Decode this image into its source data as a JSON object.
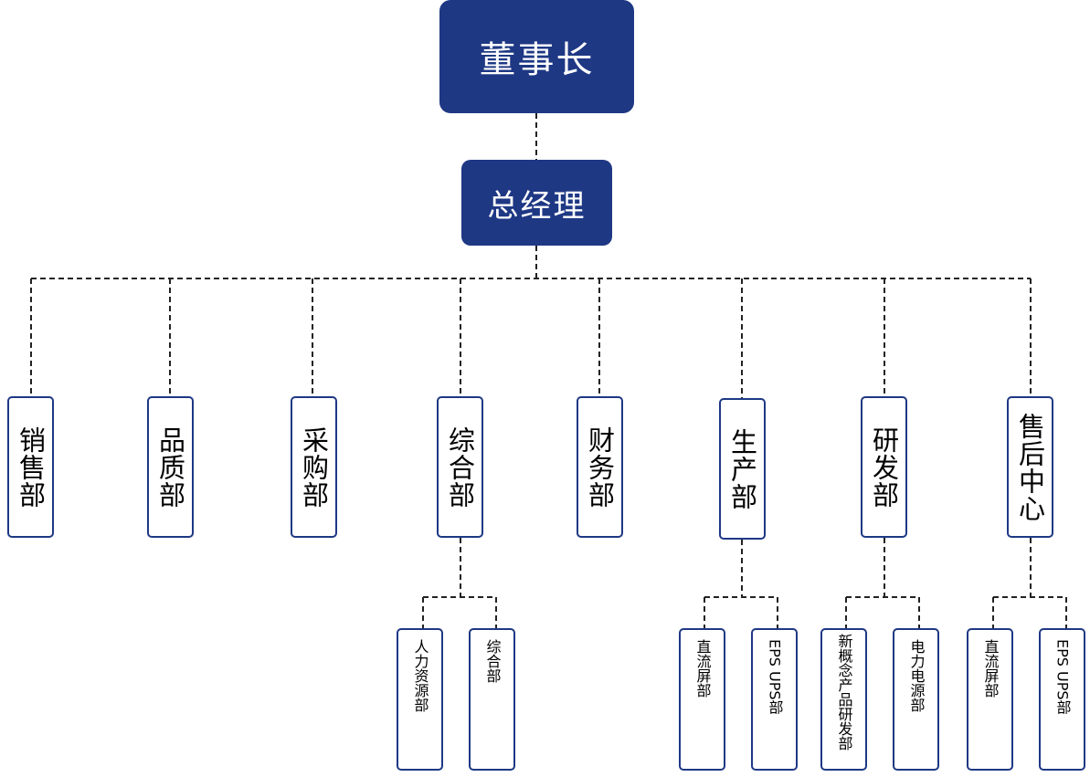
{
  "colors": {
    "primary": "#1e3884",
    "line": "#222222",
    "background": "#ffffff"
  },
  "org": {
    "chairman": "董事长",
    "gm": "总经理",
    "departments": [
      {
        "name": "销售部",
        "subs": []
      },
      {
        "name": "品质部",
        "subs": []
      },
      {
        "name": "采购部",
        "subs": []
      },
      {
        "name": "综合部",
        "subs": [
          "人力资源部",
          "综合部"
        ]
      },
      {
        "name": "财务部",
        "subs": []
      },
      {
        "name": "生产部",
        "subs": [
          "直流屏部",
          "EPS UPS部"
        ]
      },
      {
        "name": "研发部",
        "subs": [
          "新概念产品研发部",
          "电力电源部"
        ]
      },
      {
        "name": "售后中心",
        "subs": [
          "直流屏部",
          "EPS UPS部"
        ]
      }
    ]
  }
}
